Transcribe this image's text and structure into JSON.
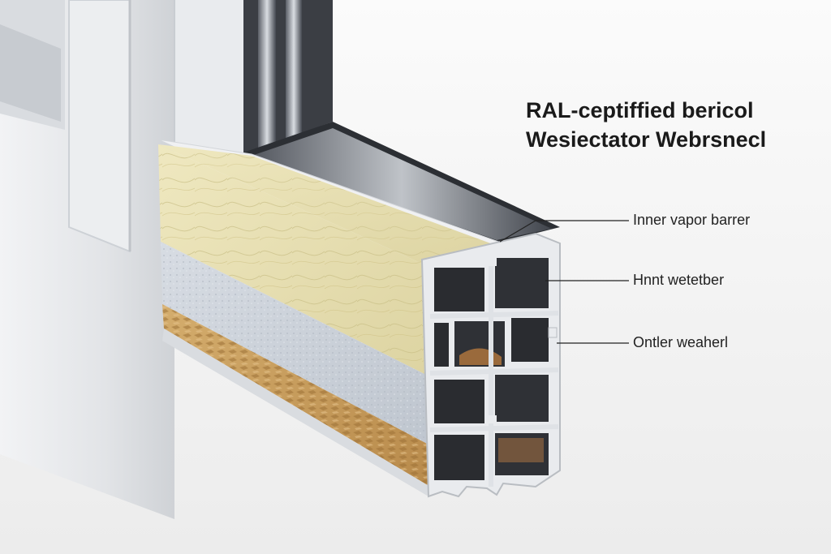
{
  "title": {
    "line1": "RAL-ceptiffied bericol",
    "line2": "Wesiectator Webrsnecl"
  },
  "callouts": [
    {
      "label": "Inner vapor barrer"
    },
    {
      "label": "Hnnt wetetber"
    },
    {
      "label": "Ontler weaherl"
    }
  ],
  "layers": [
    {
      "material": "fiberglass-insulation",
      "color": "#e6dfb0"
    },
    {
      "material": "mineral-board",
      "color": "#c9cfd8"
    },
    {
      "material": "wood-fiber",
      "color": "#c8a060"
    }
  ],
  "colors": {
    "frame": "#e7e9ec",
    "profile-cavity": "#2a2c30",
    "glass-edge": "#3b3e44"
  }
}
